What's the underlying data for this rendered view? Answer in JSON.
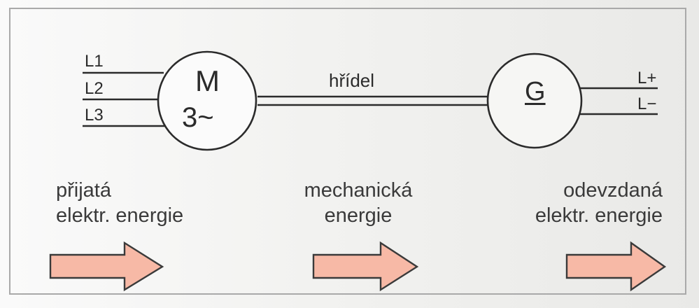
{
  "motor": {
    "symbol": "M",
    "phase": "3~"
  },
  "generator": {
    "symbol": "G"
  },
  "inputs": [
    "L1",
    "L2",
    "L3"
  ],
  "outputs": [
    "L+",
    "L−"
  ],
  "shaft_label": "hřídel",
  "energy": {
    "input": {
      "line1": "přijatá",
      "line2": "elektr. energie"
    },
    "mechanical": {
      "line1": "mechanická",
      "line2": "energie"
    },
    "output": {
      "line1": "odevzdaná",
      "line2": "elektr. energie"
    }
  },
  "colors": {
    "arrow_fill": "#f7b9a6",
    "arrow_stroke": "#3a3a3a",
    "stroke": "#2b2b2b"
  }
}
